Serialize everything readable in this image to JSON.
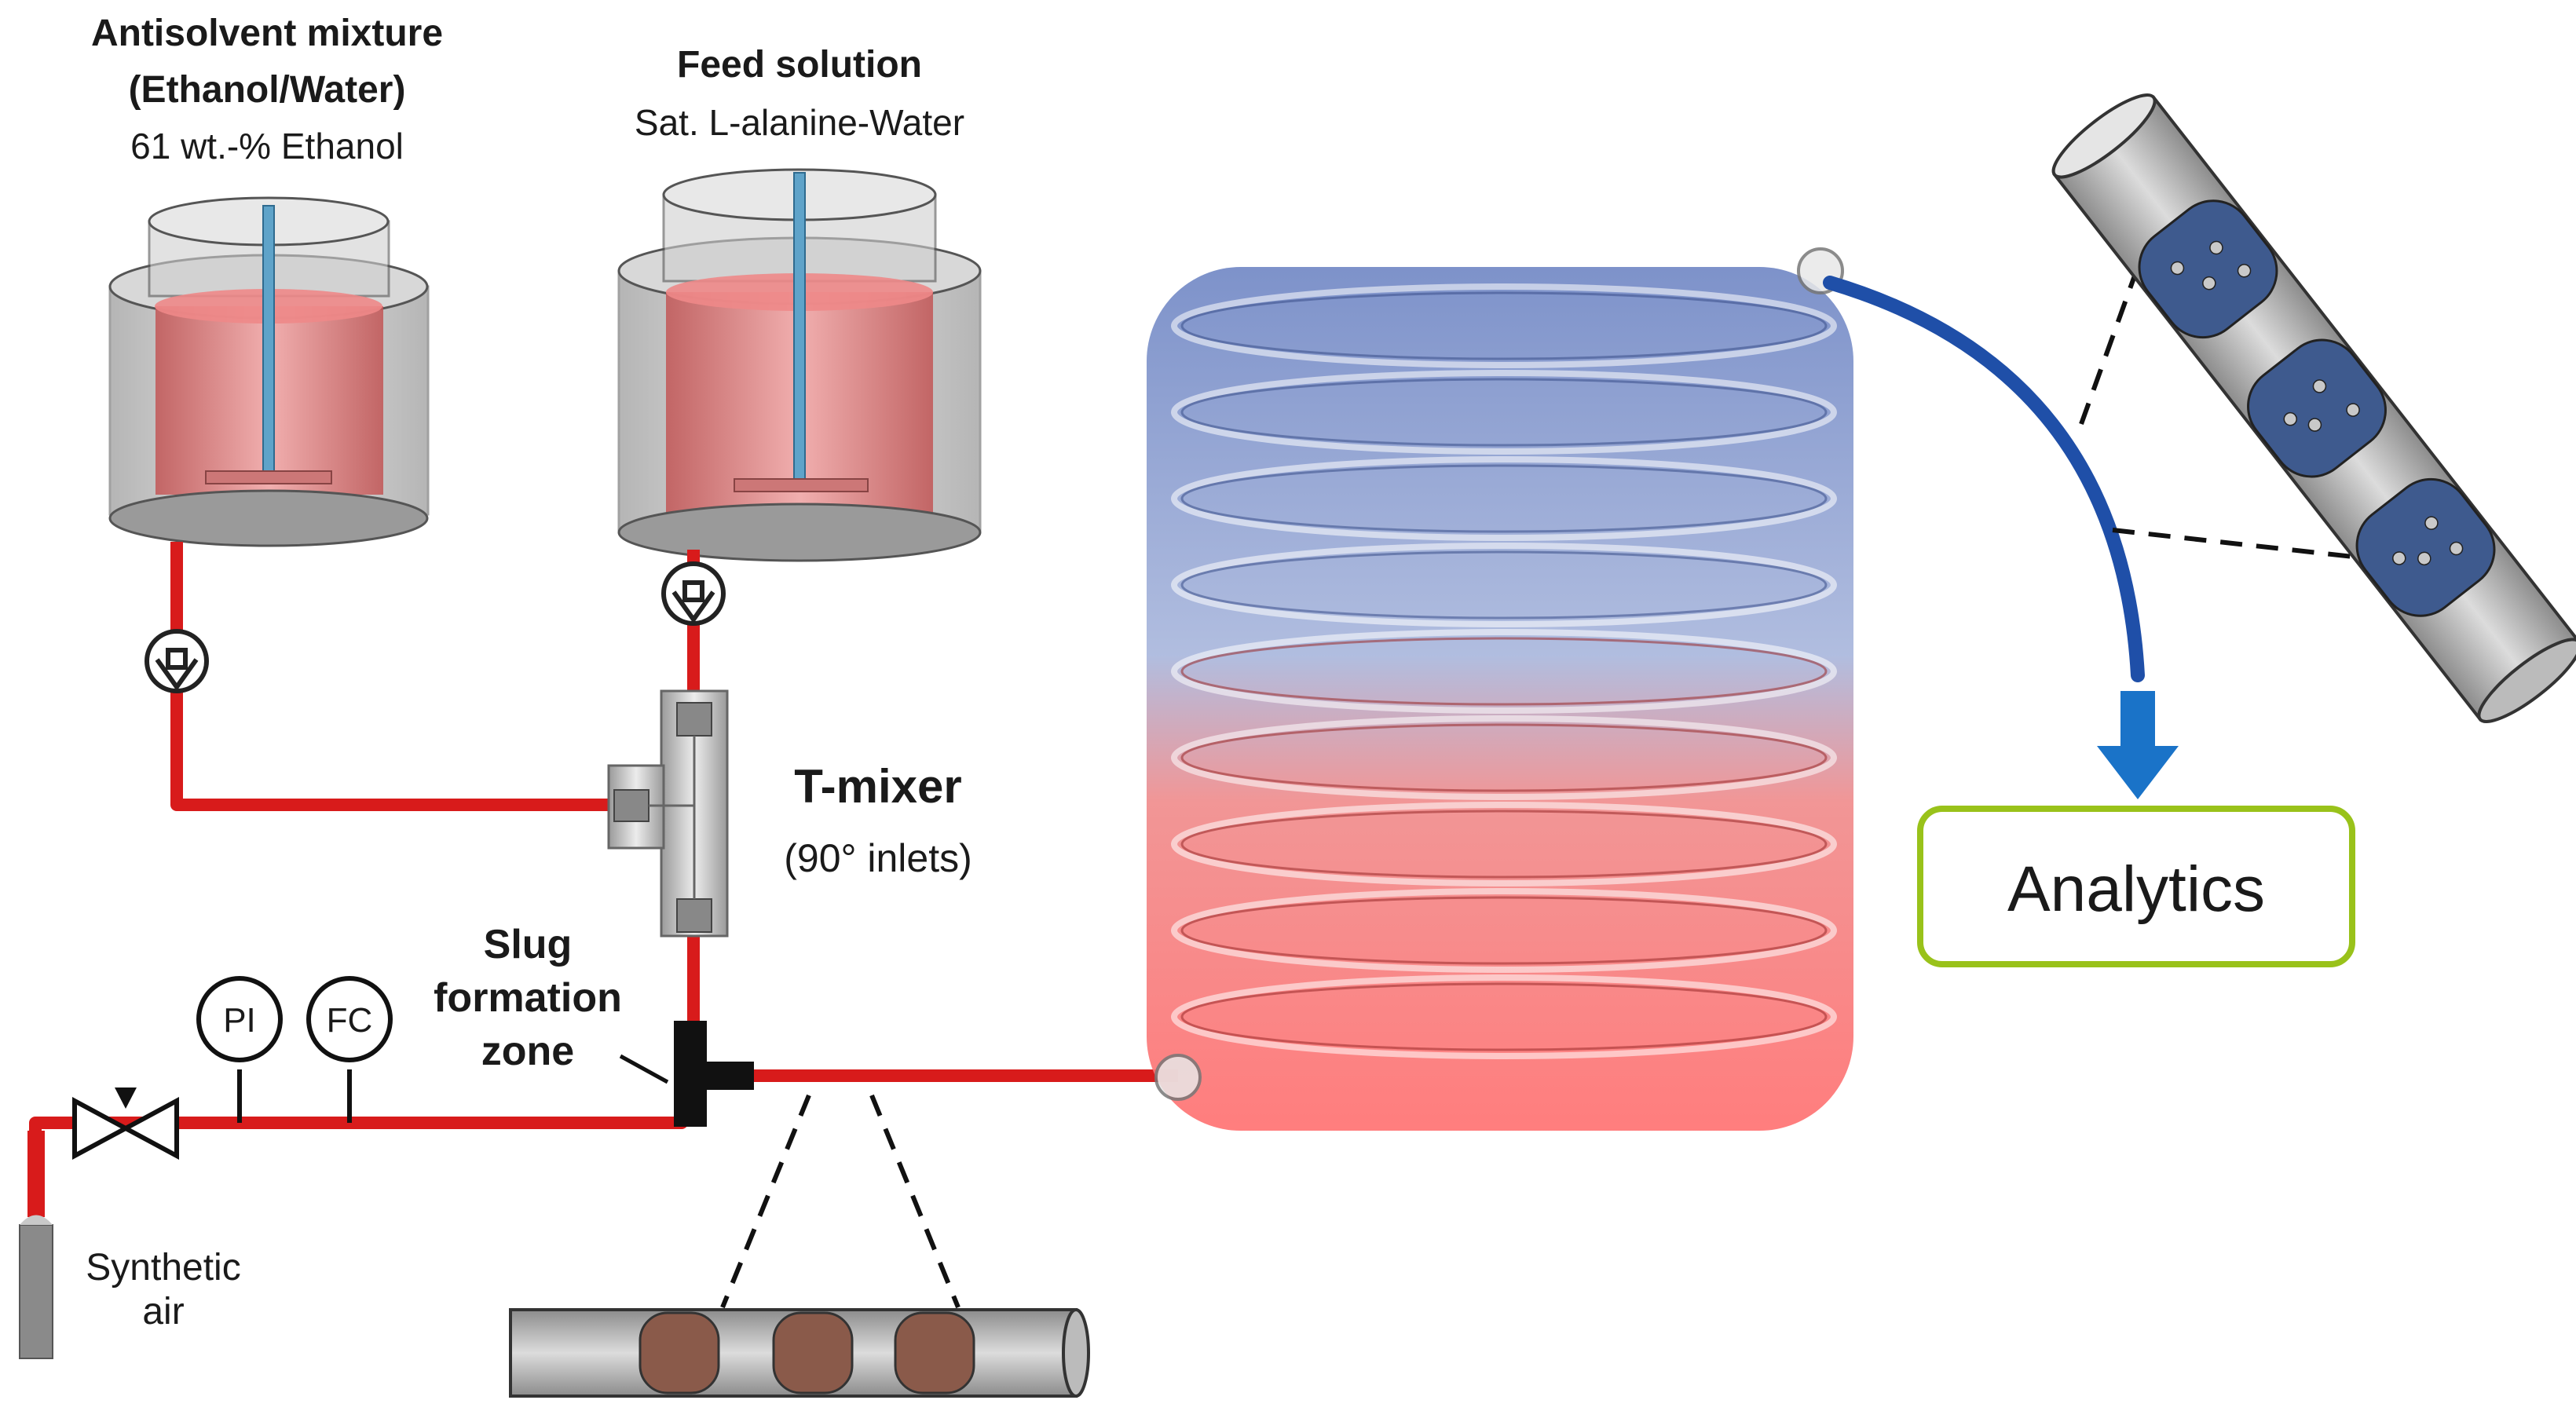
{
  "labels": {
    "antisolvent_title_1": "Antisolvent mixture",
    "antisolvent_title_2": "(Ethanol/Water)",
    "antisolvent_sub": "61 wt.-% Ethanol",
    "feed_title": "Feed solution",
    "feed_sub": "Sat. L-alanine-Water",
    "tmixer_title": "T-mixer",
    "tmixer_sub": "(90° inlets)",
    "slug_1": "Slug",
    "slug_2": "formation",
    "slug_3": "zone",
    "pi": "PI",
    "fc": "FC",
    "synthetic_1": "Synthetic",
    "synthetic_2": "air",
    "analytics": "Analytics"
  },
  "colors": {
    "tubing": "#d81b1b",
    "coil_hot": "#ff6f6f",
    "coil_cold": "#6f86c4",
    "outlet_tube": "#1f4fa8",
    "arrow": "#1a73c8",
    "analytics_border": "#99c21a",
    "vessel_glass": "#8a8a8a",
    "liquid": "#e07a7a"
  }
}
